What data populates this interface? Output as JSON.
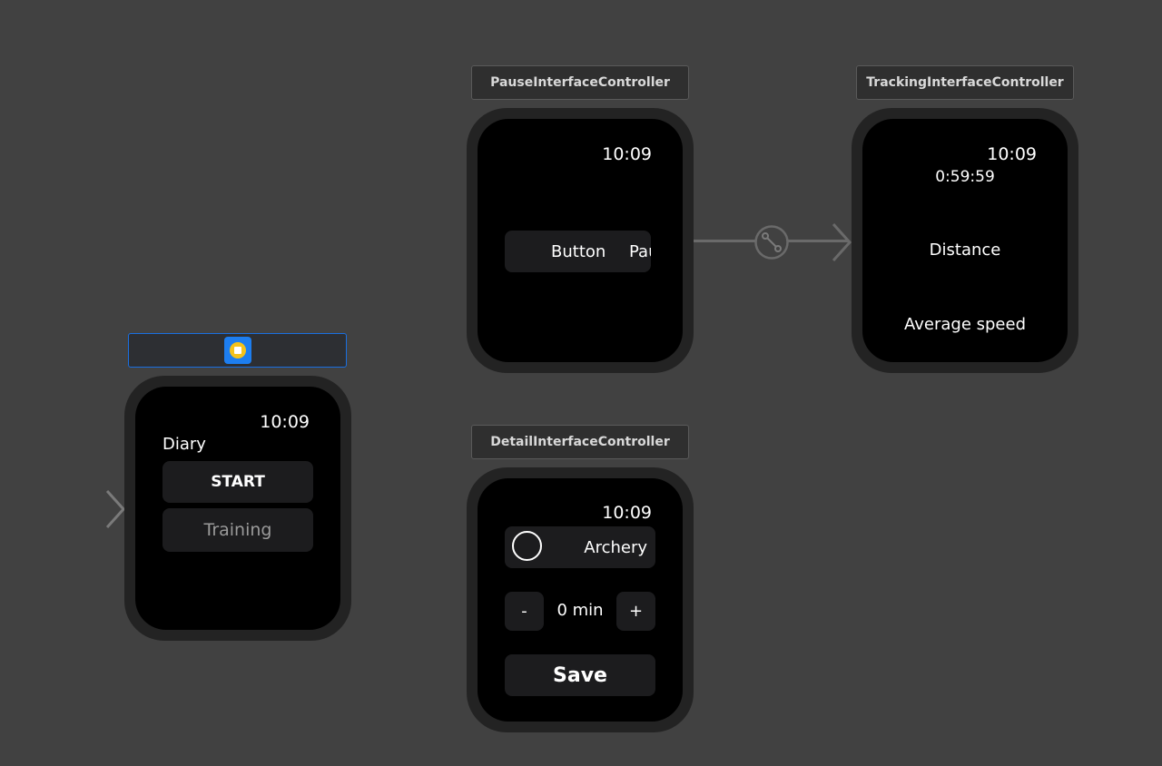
{
  "scenes": {
    "main": {
      "time": "10:09",
      "label": "Diary",
      "start_label": "START",
      "training_label": "Training"
    },
    "pause": {
      "title": "PauseInterfaceController",
      "time": "10:09",
      "button_label": "Button",
      "pause_label_partial": "Pau"
    },
    "tracking": {
      "title": "TrackingInterfaceController",
      "time": "10:09",
      "timer": "0:59:59",
      "distance_label": "Distance",
      "avg_speed_label": "Average speed"
    },
    "detail": {
      "title": "DetailInterfaceController",
      "time": "10:09",
      "activity_label": "Archery",
      "minus_label": "-",
      "duration_label": "0 min",
      "plus_label": "+",
      "save_label": "Save"
    }
  },
  "icons": {
    "entry_point": "arrow-right-icon",
    "segue": "segue-link-icon",
    "scene_dock": "interface-controller-icon"
  },
  "colors": {
    "canvas": "#414141",
    "watch_bezel": "#232323",
    "selection": "#1a6fe0",
    "controller_icon_bg": "#1d7ef0",
    "controller_icon_ring": "#f4c21b"
  }
}
